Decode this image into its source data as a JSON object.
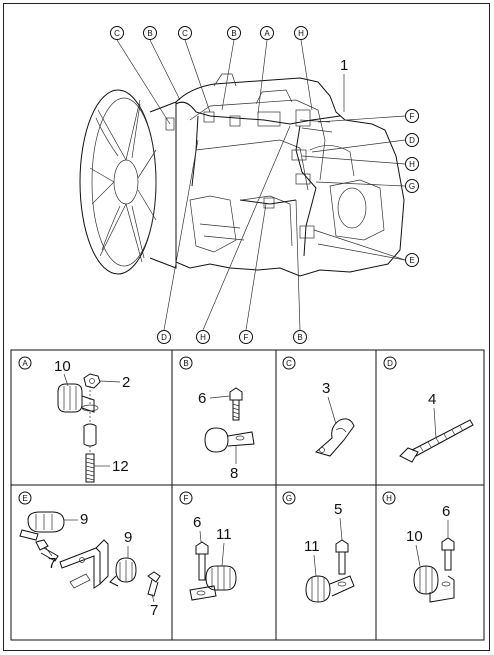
{
  "main_view": {
    "top_callouts": [
      "C",
      "B",
      "C",
      "B",
      "A",
      "H"
    ],
    "part_number": "1",
    "right_callouts": [
      "F",
      "D",
      "H",
      "G",
      "E"
    ],
    "bottom_callouts": [
      "D",
      "H",
      "F",
      "B"
    ]
  },
  "panels": [
    {
      "id": "A",
      "parts": [
        "10",
        "2",
        "12"
      ]
    },
    {
      "id": "B",
      "parts": [
        "6",
        "8"
      ]
    },
    {
      "id": "C",
      "parts": [
        "3"
      ]
    },
    {
      "id": "D",
      "parts": [
        "4"
      ]
    },
    {
      "id": "E",
      "parts": [
        "9",
        "7",
        "9",
        "7"
      ]
    },
    {
      "id": "F",
      "parts": [
        "6",
        "11"
      ]
    },
    {
      "id": "G",
      "parts": [
        "5",
        "11"
      ]
    },
    {
      "id": "H",
      "parts": [
        "6",
        "10"
      ]
    }
  ]
}
